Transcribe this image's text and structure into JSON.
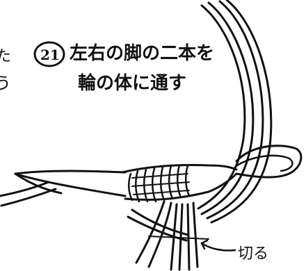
{
  "edge_fragment_top": "た",
  "edge_fragment_bottom": "う",
  "step_number": "21",
  "instruction_line1": "左右の脚の二本を",
  "instruction_line2": "輪の体に通す",
  "cut_label": "切る",
  "ink_color": "#111111"
}
